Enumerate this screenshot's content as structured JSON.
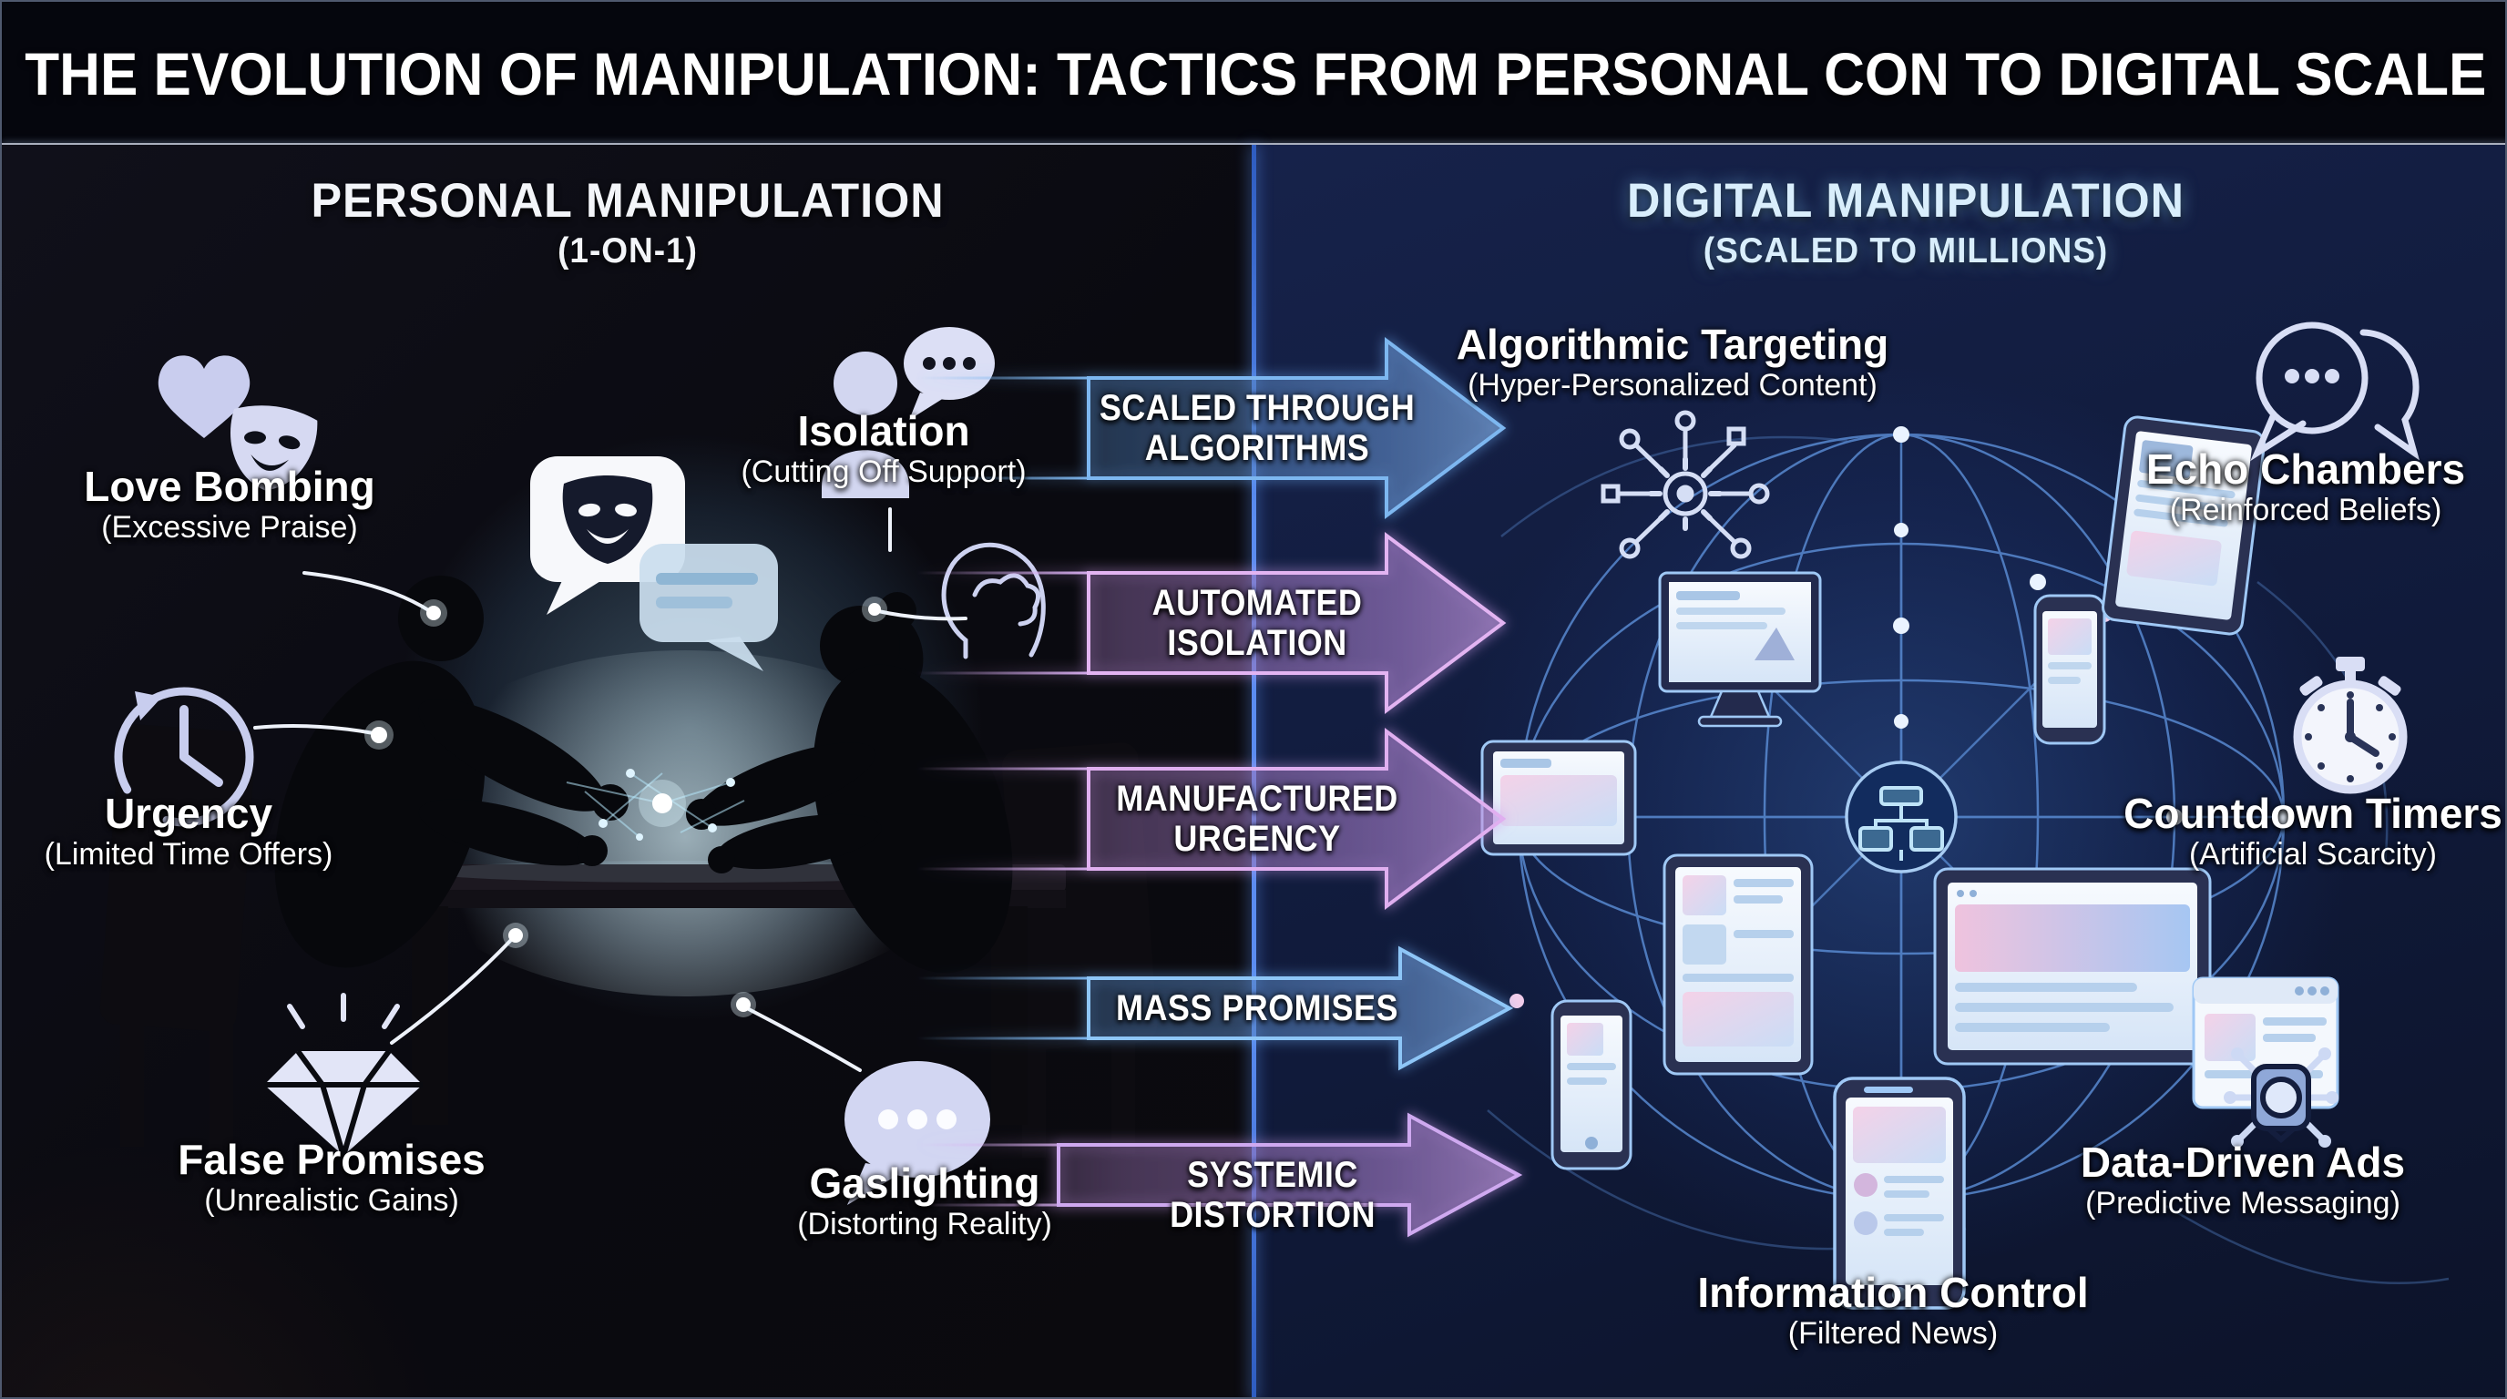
{
  "title": "THE EVOLUTION OF MANIPULATION: TACTICS FROM PERSONAL CON TO DIGITAL SCALE",
  "panels": {
    "left": {
      "heading": "PERSONAL MANIPULATION",
      "subheading": "(1-ON-1)",
      "tactics": [
        {
          "name": "Love Bombing",
          "detail": "(Excessive Praise)",
          "icon": "heart-mask-icon"
        },
        {
          "name": "Isolation",
          "detail": "(Cutting Off Support)",
          "icon": "person-speech-bubble-icon"
        },
        {
          "name": "Urgency",
          "detail": "(Limited Time Offers)",
          "icon": "clock-icon"
        },
        {
          "name": "False Promises",
          "detail": "(Unrealistic Gains)",
          "icon": "diamond-icon"
        },
        {
          "name": "Gaslighting",
          "detail": "(Distorting Reality)",
          "icon": "speech-bubble-dots-icon"
        }
      ]
    },
    "right": {
      "heading": "DIGITAL MANIPULATION",
      "subheading": "(SCALED TO MILLIONS)",
      "tactics": [
        {
          "name": "Algorithmic Targeting",
          "detail": "(Hyper-Personalized Content)",
          "icon": "network-gear-icon"
        },
        {
          "name": "Echo Chambers",
          "detail": "(Reinforced Beliefs)",
          "icon": "chat-bubbles-icon"
        },
        {
          "name": "Countdown Timers",
          "detail": "(Artificial Scarcity)",
          "icon": "stopwatch-icon"
        },
        {
          "name": "Data-Driven Ads",
          "detail": "(Predictive Messaging)",
          "icon": "browser-bug-icon"
        },
        {
          "name": "Information Control",
          "detail": "(Filtered News)",
          "icon": "smartphone-icon"
        }
      ]
    }
  },
  "arrows": [
    {
      "label": "SCALED THROUGH ALGORITHMS",
      "color": "#7db7f0"
    },
    {
      "label": "AUTOMATED ISOLATION",
      "color": "#e3b4f2"
    },
    {
      "label": "MANUFACTURED URGENCY",
      "color": "#e0aff0"
    },
    {
      "label": "MASS PROMISES",
      "color": "#8ec6f7"
    },
    {
      "label": "SYSTEMIC DISTORTION",
      "color": "#cfa9f0"
    }
  ],
  "colors": {
    "background_left": "#0a0a10",
    "background_right": "#121c3e",
    "divider_blue": "#5b8cf0",
    "glow_cyan": "#bfe8f5",
    "icon_lavender": "#c9cdee",
    "label_white": "#ffffff",
    "heading_ice_blue": "#d9eefc"
  }
}
